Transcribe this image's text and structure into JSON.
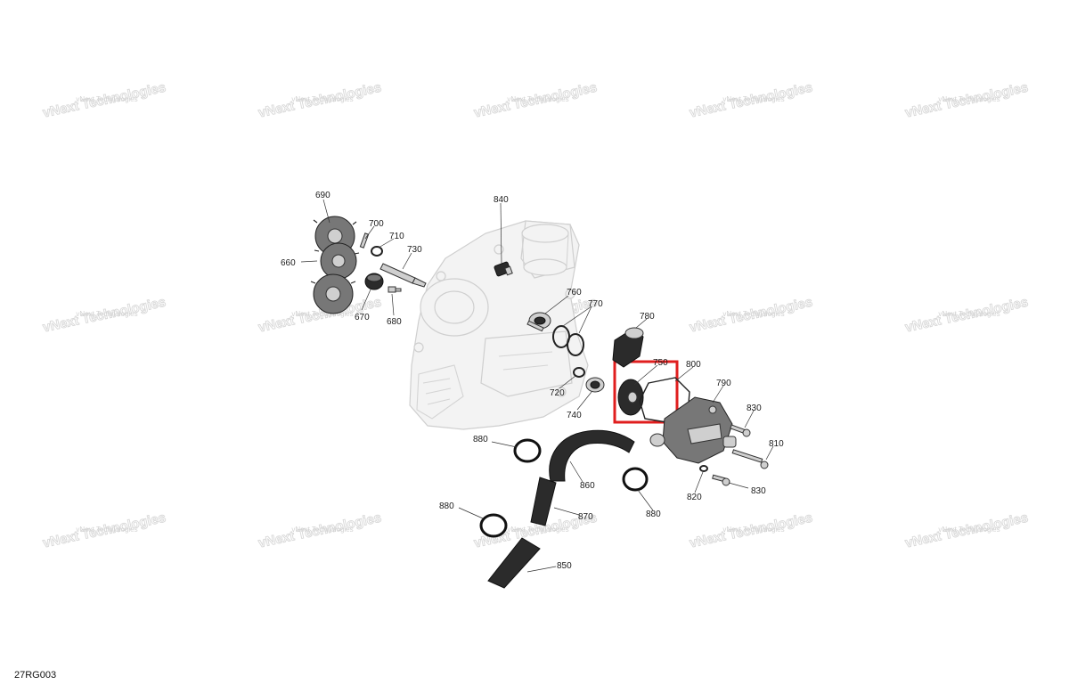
{
  "diagram": {
    "reference_code": "27RG003",
    "watermark_text": "vNext Technologies",
    "highlight_color": "#e01e1e",
    "callouts": [
      {
        "id": "660",
        "label": "660"
      },
      {
        "id": "670",
        "label": "670"
      },
      {
        "id": "680",
        "label": "680"
      },
      {
        "id": "690",
        "label": "690"
      },
      {
        "id": "700",
        "label": "700"
      },
      {
        "id": "710",
        "label": "710"
      },
      {
        "id": "720",
        "label": "720"
      },
      {
        "id": "730",
        "label": "730"
      },
      {
        "id": "740",
        "label": "740"
      },
      {
        "id": "750",
        "label": "750"
      },
      {
        "id": "760",
        "label": "760"
      },
      {
        "id": "770",
        "label": "770"
      },
      {
        "id": "780",
        "label": "780"
      },
      {
        "id": "790",
        "label": "790"
      },
      {
        "id": "800",
        "label": "800"
      },
      {
        "id": "810",
        "label": "810"
      },
      {
        "id": "820",
        "label": "820"
      },
      {
        "id": "830a",
        "label": "830"
      },
      {
        "id": "830b",
        "label": "830"
      },
      {
        "id": "840",
        "label": "840"
      },
      {
        "id": "850",
        "label": "850"
      },
      {
        "id": "860",
        "label": "860"
      },
      {
        "id": "870",
        "label": "870"
      },
      {
        "id": "880a",
        "label": "880"
      },
      {
        "id": "880b",
        "label": "880"
      },
      {
        "id": "880c",
        "label": "880"
      }
    ]
  }
}
